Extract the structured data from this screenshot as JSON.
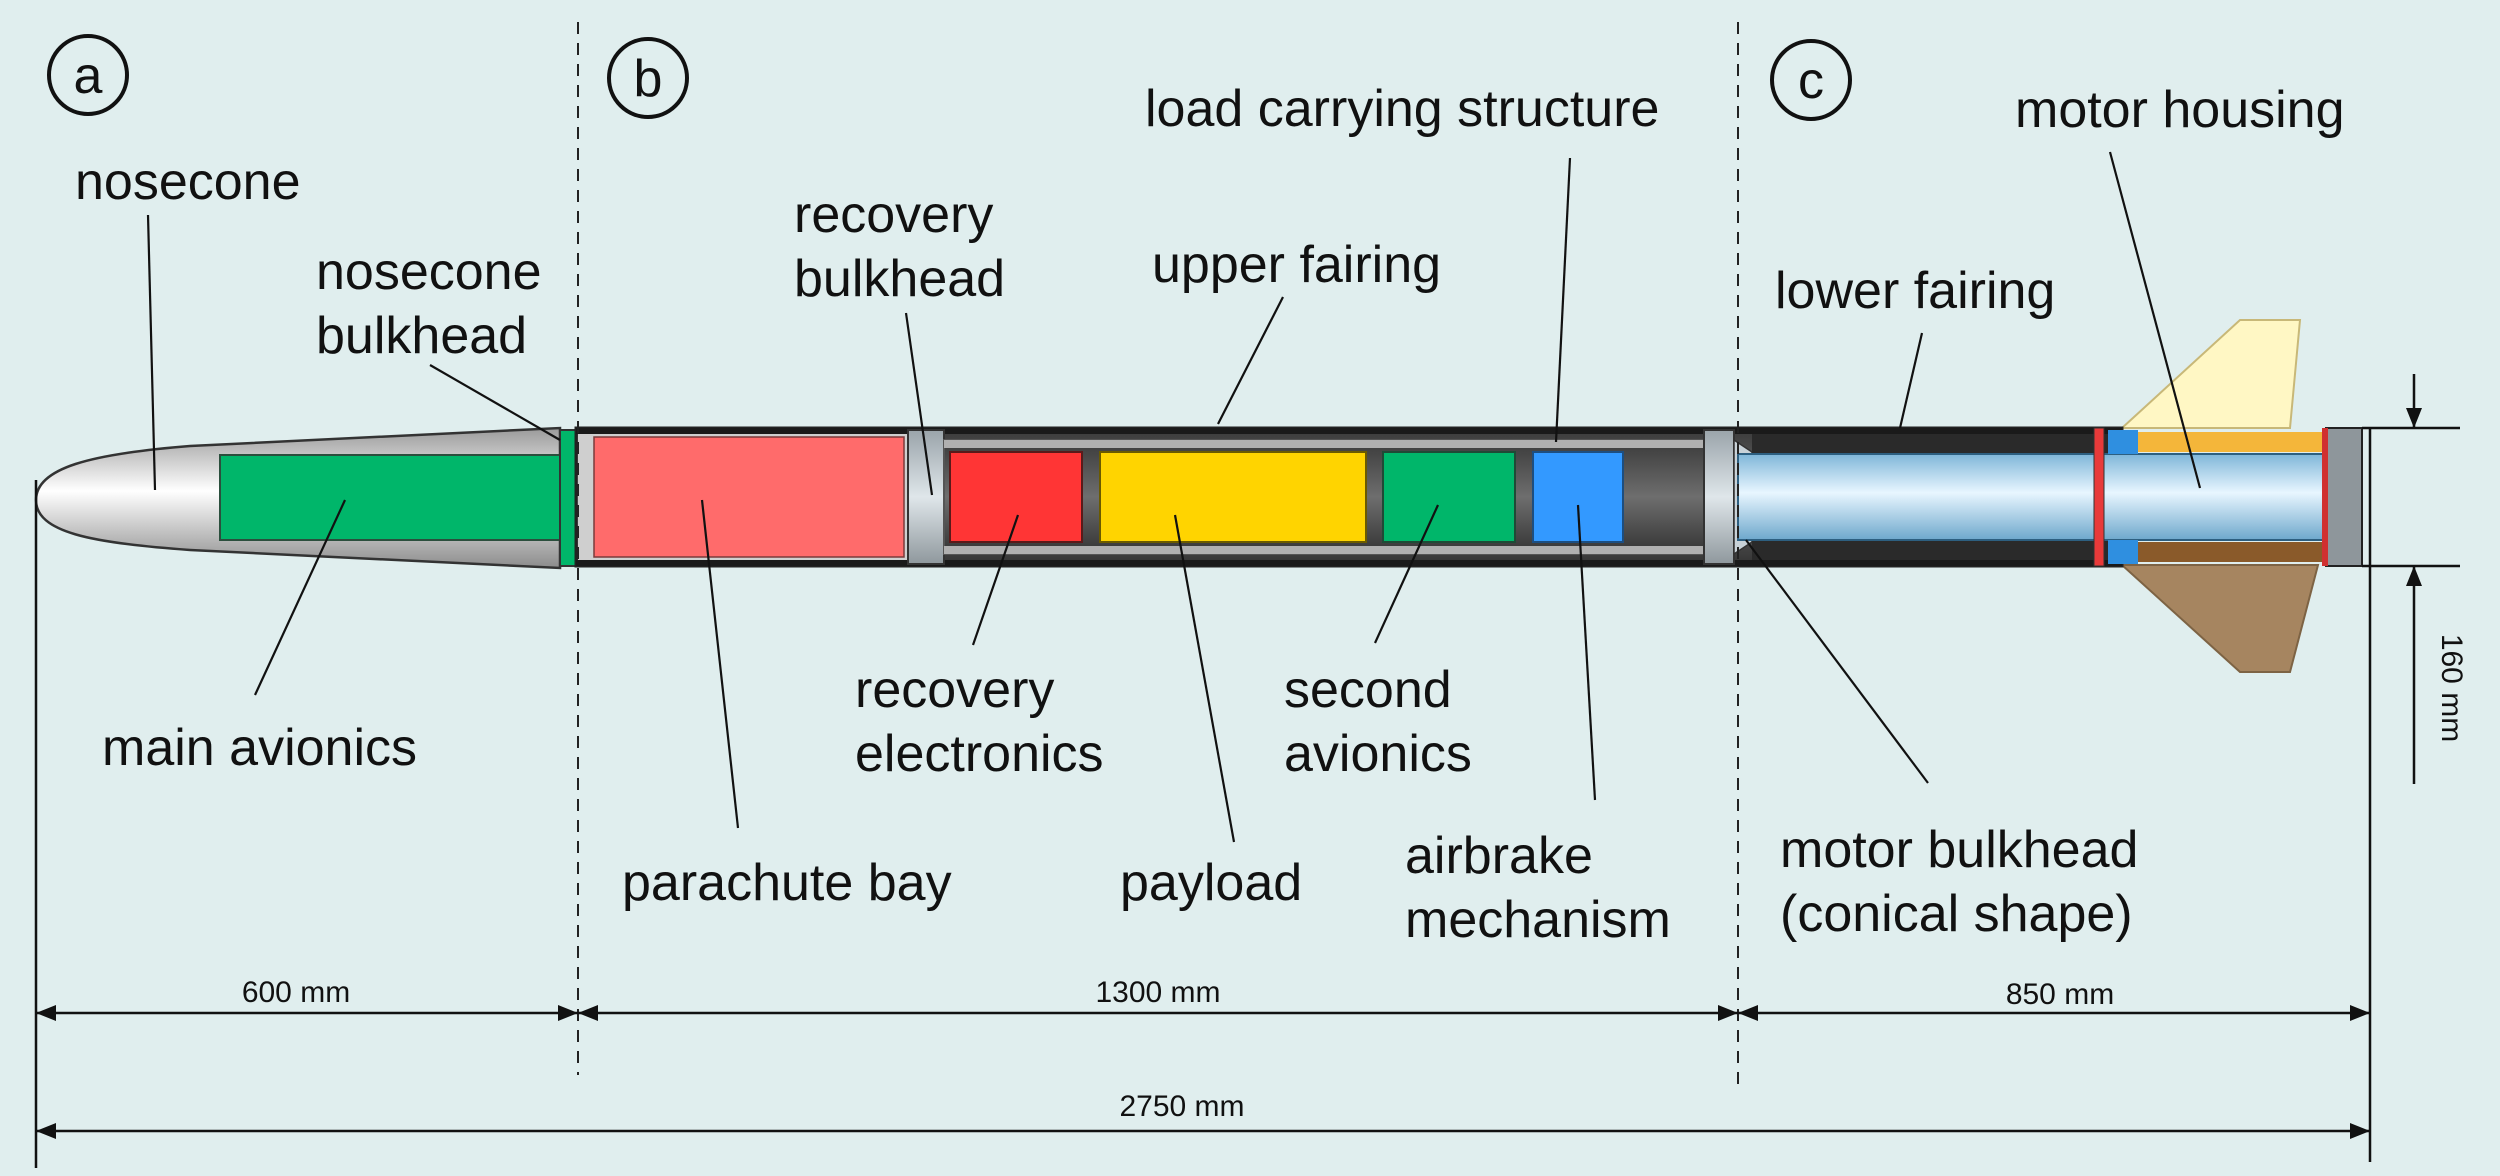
{
  "sections": {
    "a": "a",
    "b": "b",
    "c": "c"
  },
  "labels": {
    "nosecone": "nosecone",
    "nosecone_bulkhead": [
      "nosecone",
      "bulkhead"
    ],
    "main_avionics": "main avionics",
    "recovery_bulkhead": [
      "recovery",
      "bulkhead"
    ],
    "upper_fairing": "upper fairing",
    "load_carrying_structure": "load carrying structure",
    "parachute_bay": "parachute bay",
    "recovery_electronics": [
      "recovery",
      "electronics"
    ],
    "payload": "payload",
    "second_avionics": [
      "second",
      "avionics"
    ],
    "airbrake_mechanism": [
      "airbrake",
      "mechanism"
    ],
    "lower_fairing": "lower fairing",
    "motor_housing": "motor housing",
    "motor_bulkhead": [
      "motor bulkhead",
      "(conical shape)"
    ]
  },
  "dimensions": {
    "section_a": "600 mm",
    "section_b": "1300 mm",
    "section_c": "850 mm",
    "total": "2750 mm",
    "diameter": "160 mm"
  },
  "colors": {
    "background": "#e0eeee",
    "main_avionics": "#00b66a",
    "parachute_bay": "#ff6b6b",
    "recovery_electronics": "#ff3535",
    "payload": "#ffd400",
    "second_avionics": "#00b66a",
    "airbrake_mechanism": "#3399ff",
    "fin_upper": "#fff7c4",
    "fin_lower": "#a68560"
  }
}
